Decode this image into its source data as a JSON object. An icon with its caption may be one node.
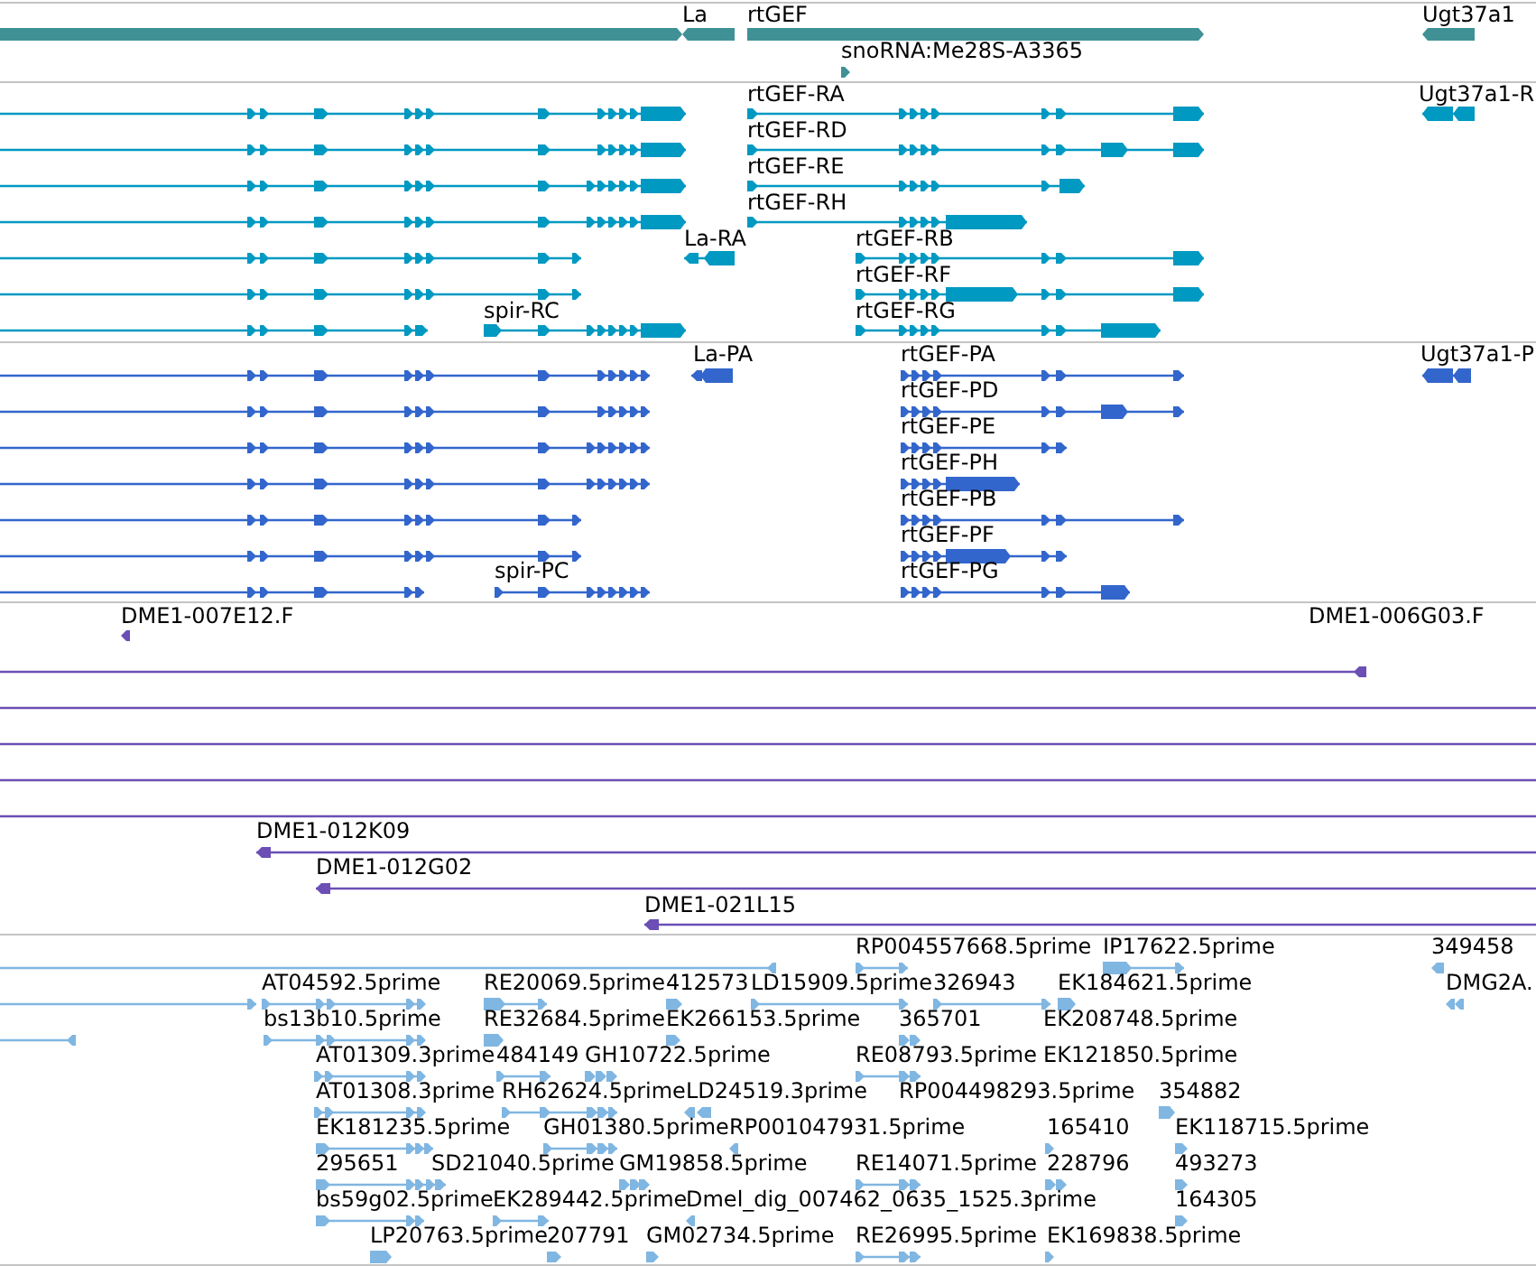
{
  "diagram": {
    "labels": [
      "La",
      "rtGEF",
      "Ugt37a1",
      "snoRNA:Me28S-A3365",
      "rtGEF-RA",
      "Ugt37a1-R",
      "rtGEF-RD",
      "rtGEF-RE",
      "rtGEF-RH",
      "La-RA",
      "rtGEF-RB",
      "rtGEF-RF",
      "spir-RC",
      "rtGEF-RG",
      "La-PA",
      "rtGEF-PA",
      "Ugt37a1-P",
      "rtGEF-PD",
      "rtGEF-PE",
      "rtGEF-PH",
      "rtGEF-PB",
      "rtGEF-PF",
      "spir-PC",
      "rtGEF-PG",
      "DME1-007E12.F",
      "DME1-006G03.F",
      "DME1-012K09",
      "DME1-012G02",
      "DME1-021L15",
      "RP004557668.5prime",
      "IP17622.5prime",
      "349458",
      "AT04592.5prime",
      "RE20069.5prime",
      "412573",
      "LD15909.5prime",
      "326943",
      "EK184621.5prime",
      "DMG2A.",
      "bs13b10.5prime",
      "RE32684.5prime",
      "EK266153.5prime",
      "365701",
      "EK208748.5prime",
      "AT01309.3prime",
      "484149",
      "GH10722.5prime",
      "RE08793.5prime",
      "EK121850.5prime",
      "AT01308.3prime",
      "RH62624.5prime",
      "LD24519.3prime",
      "RP004498293.5prime",
      "354882",
      "EK181235.5prime",
      "GH01380.5prime",
      "RP001047931.5prime",
      "165410",
      "EK118715.5prime",
      "295651",
      "SD21040.5prime",
      "GM19858.5prime",
      "RE14071.5prime",
      "228796",
      "493273",
      "bs59g02.5prime",
      "EK289442.5prime",
      "Dmel_dig_007462_0635_1525.3prime",
      "164305",
      "LP20763.5prime",
      "207791",
      "GM02734.5prime",
      "RE26995.5prime",
      "EK169838.5prime"
    ]
  }
}
